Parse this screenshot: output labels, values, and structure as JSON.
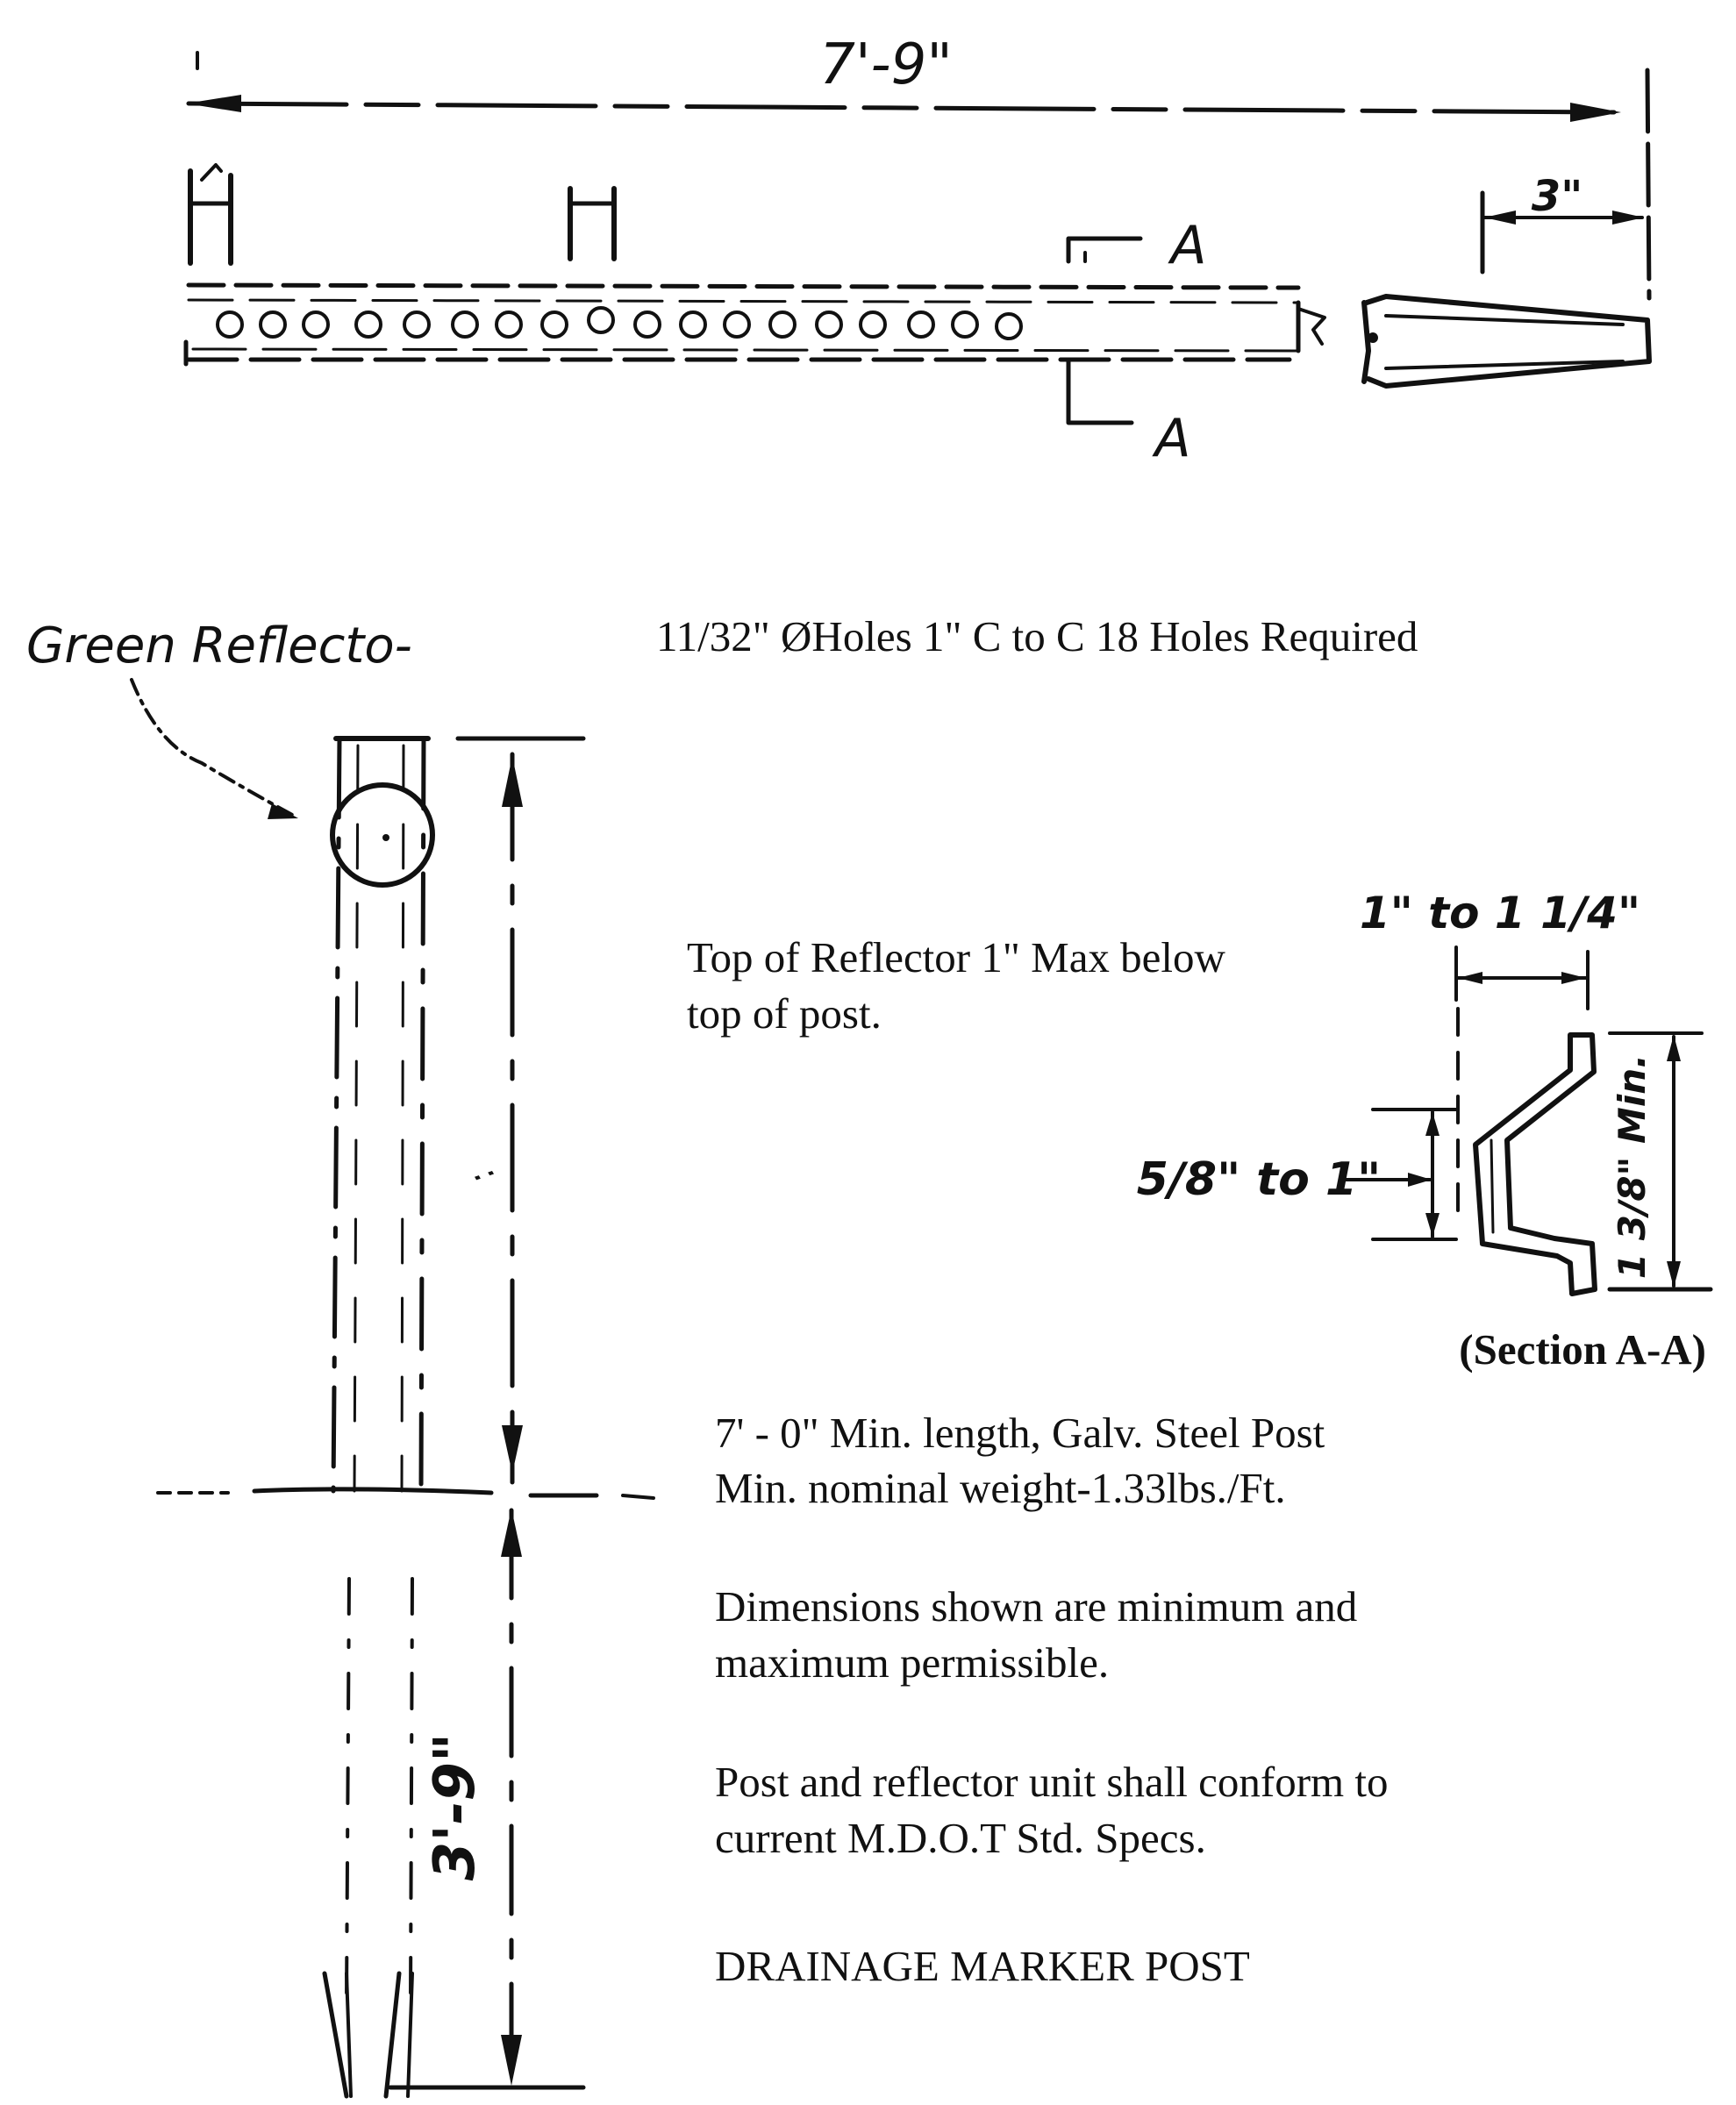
{
  "drawing": {
    "title": "DRAINAGE MARKER POST",
    "plan_view": {
      "overall_length": "7'-9\"",
      "end_dim": "3\"",
      "section_mark": "A"
    },
    "reflector_label": "Green Reflecto-",
    "holes_note": "11/32\" ØHoles 1\" C to C 18 Holes Required",
    "reflector_note": {
      "line1": "Top of Reflector 1\" Max below",
      "line2": "top of post."
    },
    "section_view": {
      "caption": "(Section A-A)",
      "width_dim": "1\" to 1 1/4\"",
      "depth_dim": "5/8\" to 1\"",
      "height_dim": "1 3/8\" Min."
    },
    "post_note": {
      "line1": "7' - 0\" Min. length, Galv. Steel Post",
      "line2": "Min. nominal weight-1.33lbs./Ft."
    },
    "dimensions_note": {
      "line1": "Dimensions shown are minimum and",
      "line2": "maximum permissible."
    },
    "conform_note": {
      "line1": "Post and reflector unit shall conform to",
      "line2": "current M.D.O.T Std. Specs."
    },
    "embed_dim": "3'-9\""
  }
}
